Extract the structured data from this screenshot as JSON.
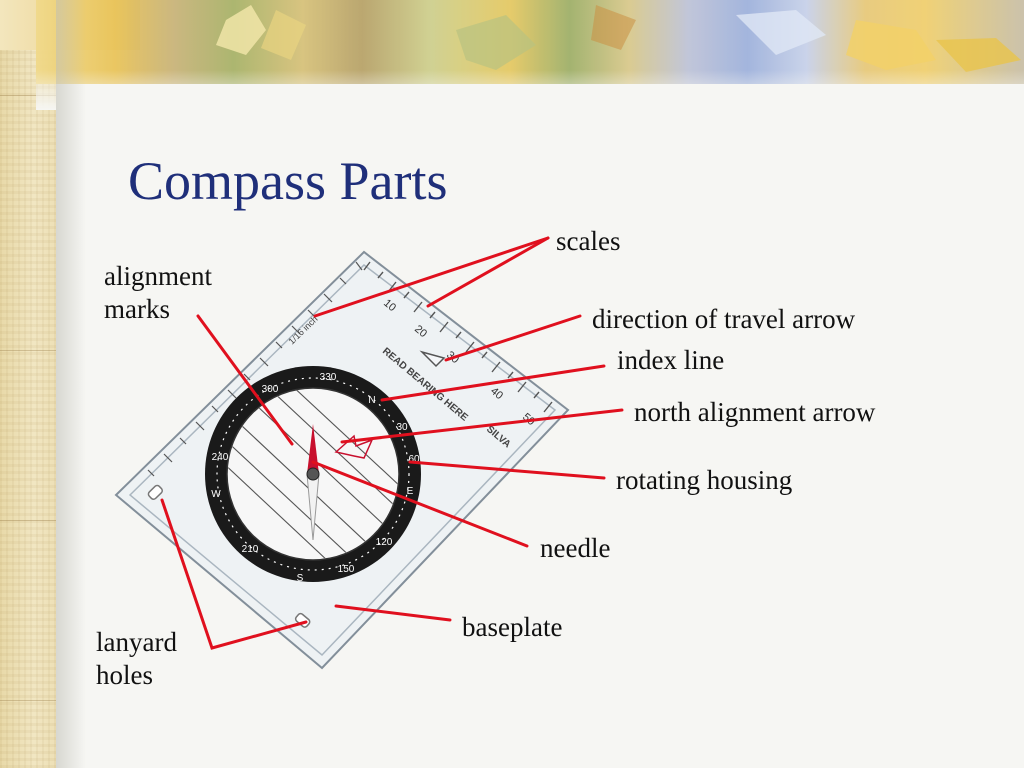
{
  "slide": {
    "title": "Compass Parts"
  },
  "diagram": {
    "labels": {
      "scales": "scales",
      "alignment_marks": [
        "alignment",
        "marks"
      ],
      "direction_of_travel_arrow": "direction of travel arrow",
      "index_line": "index line",
      "north_alignment_arrow": "north alignment arrow",
      "rotating_housing": "rotating housing",
      "needle": "needle",
      "baseplate": "baseplate",
      "lanyard_holes": [
        "lanyard",
        "holes"
      ]
    },
    "compass_markings": {
      "bearing_numbers": [
        "300",
        "330",
        "N",
        "30",
        "60",
        "E",
        "120",
        "150",
        "S",
        "210",
        "240",
        "W"
      ],
      "ruler_numbers": [
        "10",
        "20",
        "30",
        "40",
        "50"
      ],
      "read_bearing_text": "READ BEARING HERE",
      "brand_text": "SILVA",
      "scale_text": "1/16 inch"
    },
    "colors": {
      "leader_line": "#e0101e",
      "title": "#1f2f7a",
      "needle_red": "#c8102e",
      "bezel": "#1a1a1a"
    }
  }
}
